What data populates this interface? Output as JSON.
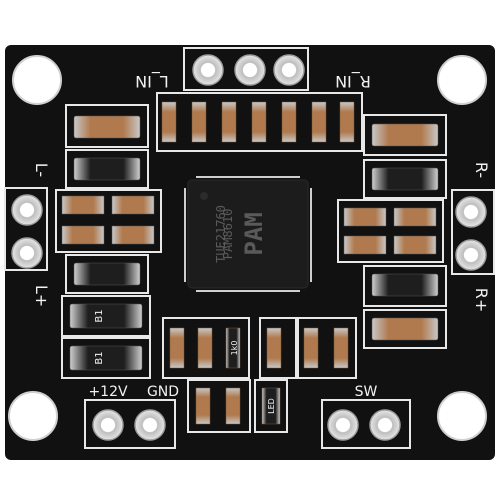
{
  "board": {
    "colors": {
      "pcb": "#111111",
      "silkscreen": "#f2f2f2",
      "pad": "#d9d9d9",
      "hole": "#ffffff",
      "chip": "#1c1c1c",
      "chip_mark": "#5a5a5a",
      "capacitor_body": "#b07a4e",
      "resistor_body": "#1e1e1e"
    },
    "labels": {
      "left_input": "L_IN",
      "right_input": "R_IN",
      "left_minus": "L-",
      "left_plus": "L+",
      "right_minus": "R-",
      "right_plus": "R+",
      "power": "+12V",
      "ground": "GND",
      "switch": "SW",
      "led": "LED"
    },
    "chip": {
      "logo": "PAM",
      "part_number": "PAM8610",
      "lot_code": "TUE21760"
    },
    "resistor_marks": {
      "r1": "B1",
      "r2": "B1",
      "r3": "1k0"
    }
  }
}
